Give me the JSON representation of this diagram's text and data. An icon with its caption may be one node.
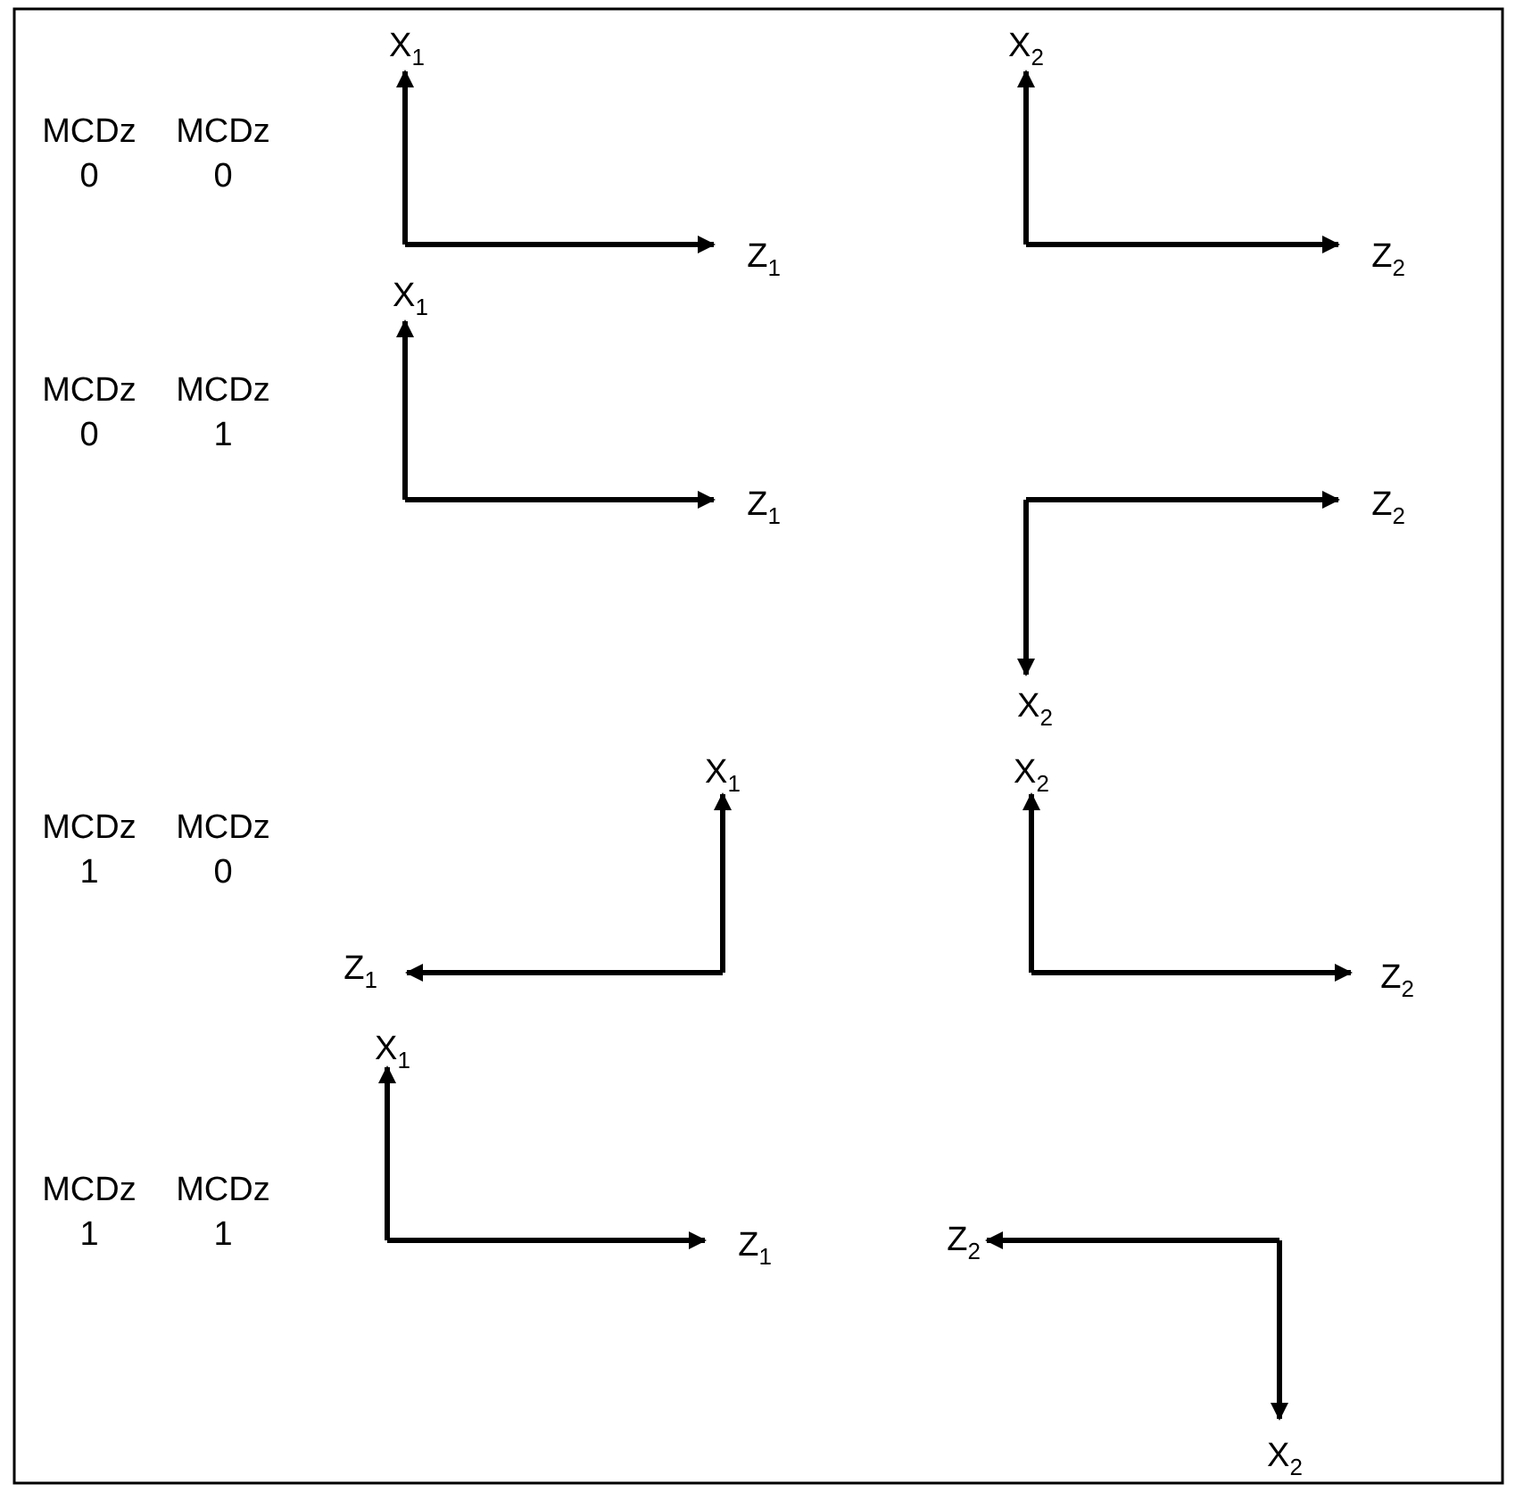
{
  "diagram": {
    "labels": [
      "MCDz",
      "MCDz",
      "0",
      "0",
      "X$_{1}$",
      "Z$_{1}$",
      "X$_{2}$",
      "Z$_{2}$",
      "MCDz",
      "MCDz",
      "0",
      "1",
      "X$_{1}$",
      "Z$_{1}$",
      "Z$_{2}$",
      "X$_{2}$",
      "MCDz",
      "MCDz",
      "1",
      "0",
      "X$_{1}$",
      "Z$_{1}$",
      "X$_{2}$",
      "Z$_{2}$",
      "MCDz",
      "MCDz",
      "1",
      "1",
      "X$_{1}$",
      "Z$_{1}$",
      "Z$_{2}$",
      "X$_{2}$"
    ]
  }
}
